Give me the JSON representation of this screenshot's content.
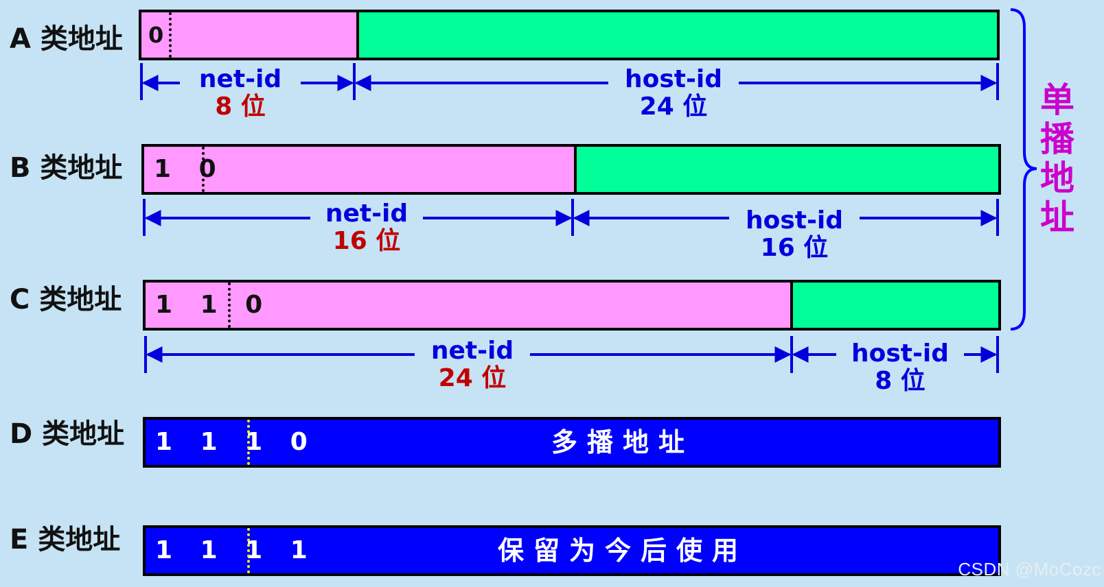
{
  "classes": [
    {
      "id": "a",
      "label": "A 类地址",
      "bits": "0",
      "kind": "unicast",
      "net": {
        "name": "net-id",
        "bits": "8 位"
      },
      "host": {
        "name": "host-id",
        "bits": "24 位"
      }
    },
    {
      "id": "b",
      "label": "B 类地址",
      "bits": "1 0",
      "kind": "unicast",
      "net": {
        "name": "net-id",
        "bits": "16 位"
      },
      "host": {
        "name": "host-id",
        "bits": "16 位"
      }
    },
    {
      "id": "c",
      "label": "C 类地址",
      "bits": "1 1 0",
      "kind": "unicast",
      "net": {
        "name": "net-id",
        "bits": "24 位"
      },
      "host": {
        "name": "host-id",
        "bits": "8 位"
      }
    },
    {
      "id": "d",
      "label": "D 类地址",
      "bits": "1 1 1 0",
      "kind": "special",
      "text": "多播地址"
    },
    {
      "id": "e",
      "label": "E 类地址",
      "bits": "1 1 1 1",
      "kind": "special",
      "text": "保留为今后使用"
    }
  ],
  "unicast_group_label": "单播地址",
  "watermark": "CSDN @MoCozc",
  "colors": {
    "net": "#ff99ff",
    "host": "#00ff99",
    "special": "#0000ff",
    "dimension": "#0000dd",
    "net_bits_text": "#c00000",
    "brace": "#0000ff",
    "group_label": "#cc00cc"
  }
}
